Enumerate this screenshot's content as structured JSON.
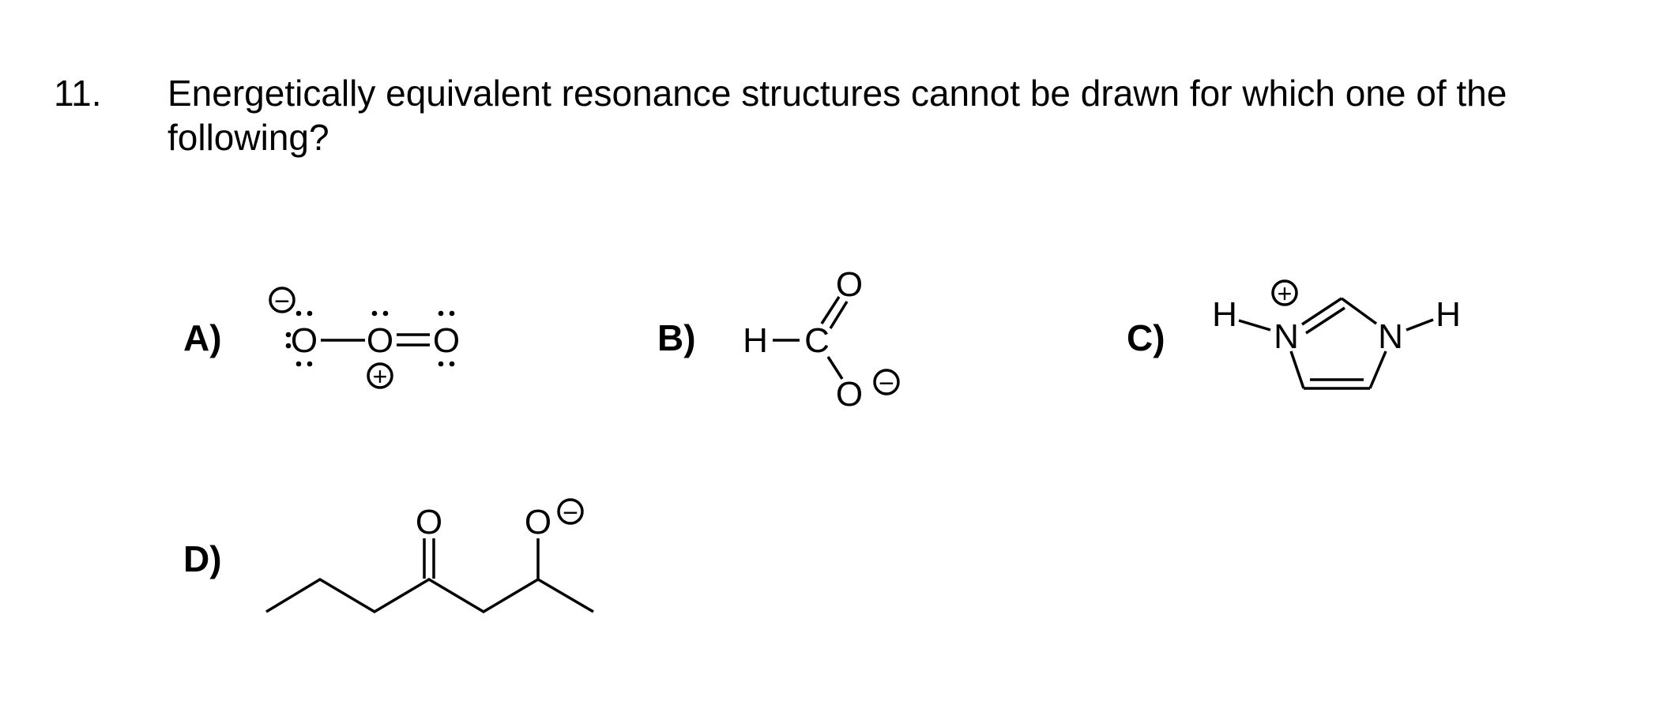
{
  "question": {
    "number": "11.",
    "text": "Energetically equivalent resonance structures cannot be drawn for which one of the following?"
  },
  "choices": [
    {
      "label": "A)",
      "atoms": [
        "O",
        "O",
        "O"
      ],
      "charges": [
        "−",
        "+"
      ]
    },
    {
      "label": "B)",
      "atoms": [
        "H",
        "C",
        "O",
        "O"
      ],
      "charges": [
        "−"
      ]
    },
    {
      "label": "C)",
      "atoms": [
        "H",
        "N",
        "N",
        "H"
      ],
      "charges": [
        "+"
      ]
    },
    {
      "label": "D)",
      "atoms": [
        "O",
        "O"
      ],
      "charges": [
        "−"
      ]
    }
  ]
}
